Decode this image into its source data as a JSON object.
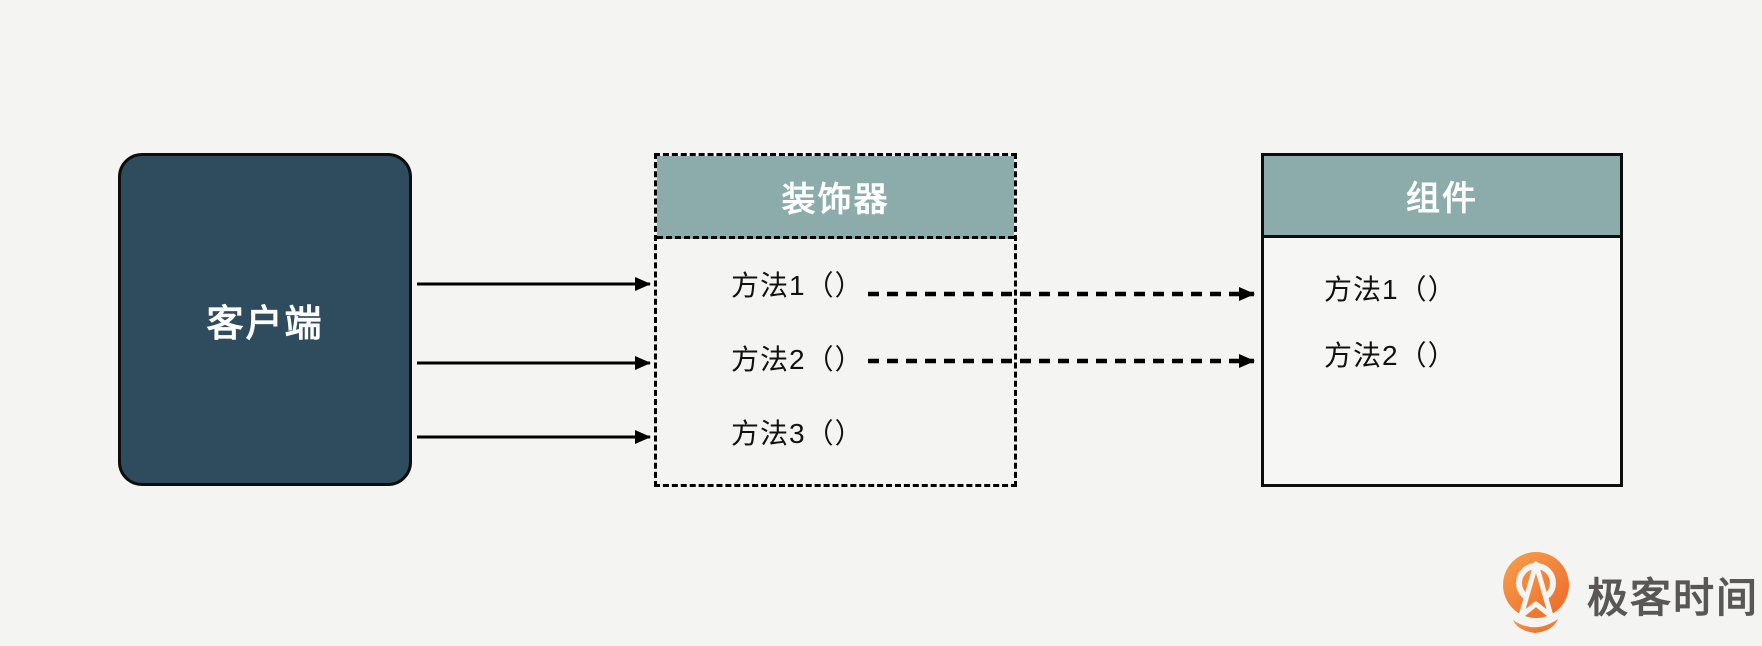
{
  "diagram": {
    "client": {
      "label": "客户端"
    },
    "decorator": {
      "title": "装饰器",
      "methods": [
        "方法1（）",
        "方法2（）",
        "方法3（）"
      ]
    },
    "component": {
      "title": "组件",
      "methods": [
        "方法1（）",
        "方法2（）"
      ]
    }
  },
  "colors": {
    "background": "#f4f5f3",
    "client_fill": "#2e4c5d",
    "header_fill": "#8cacab",
    "line": "#000000",
    "logo_orange_light": "#f7a04b",
    "logo_orange_dark": "#ec6c2b",
    "logo_text": "#585656"
  },
  "logo": {
    "text": "极客时间"
  }
}
